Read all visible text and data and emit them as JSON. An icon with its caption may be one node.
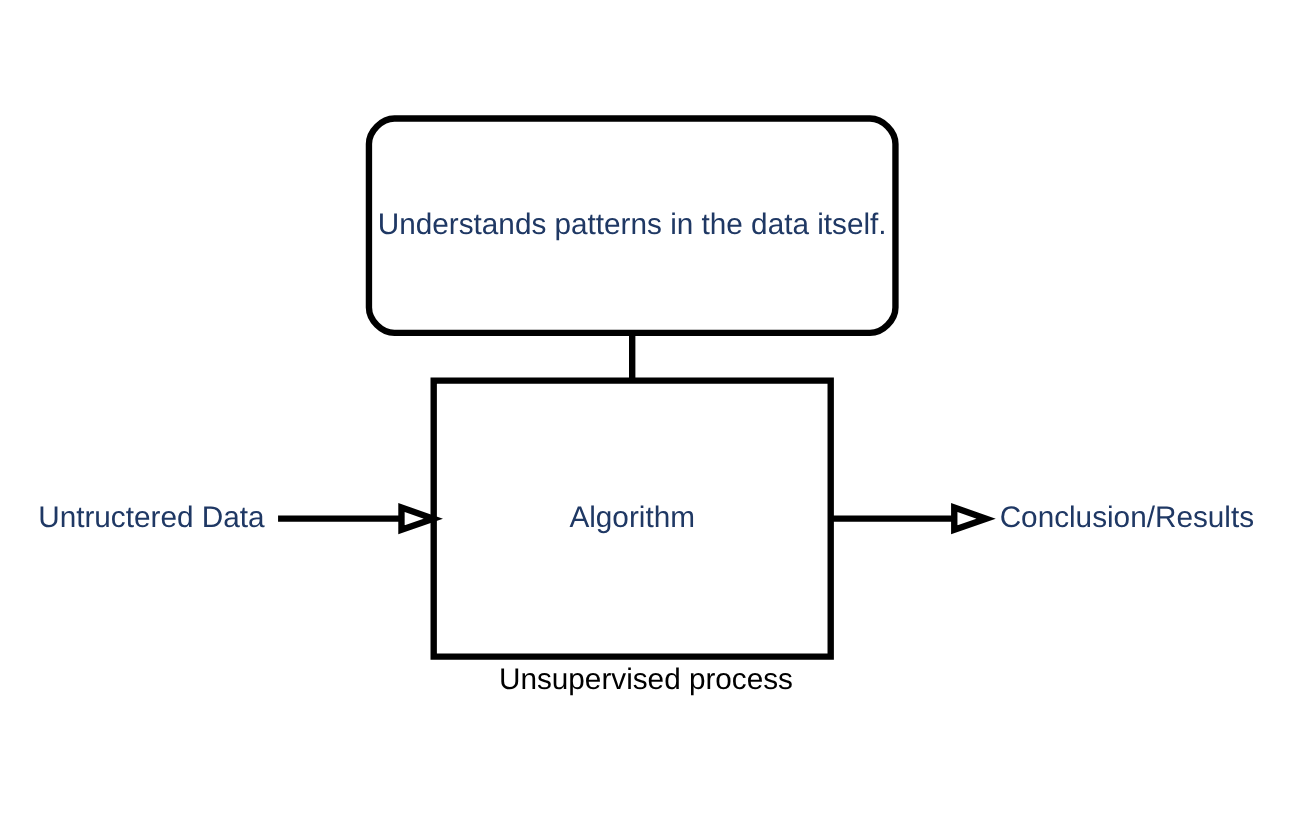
{
  "diagram": {
    "caption": "Unsupervised process",
    "nodes": [
      {
        "text": [
          "Untructered Data"
        ]
      },
      {
        "text": [
          "Algorithm"
        ]
      },
      {
        "text": [
          "Conclusion/Results"
        ]
      },
      {
        "text": [
          "Understands patterns in the data itself."
        ]
      }
    ],
    "edges": [
      {
        "from": 0,
        "to": 1,
        "arrow": "to"
      },
      {
        "from": 1,
        "to": 2,
        "arrow": "to"
      },
      {
        "from": 3,
        "to": 1,
        "arrow": "none"
      }
    ]
  }
}
